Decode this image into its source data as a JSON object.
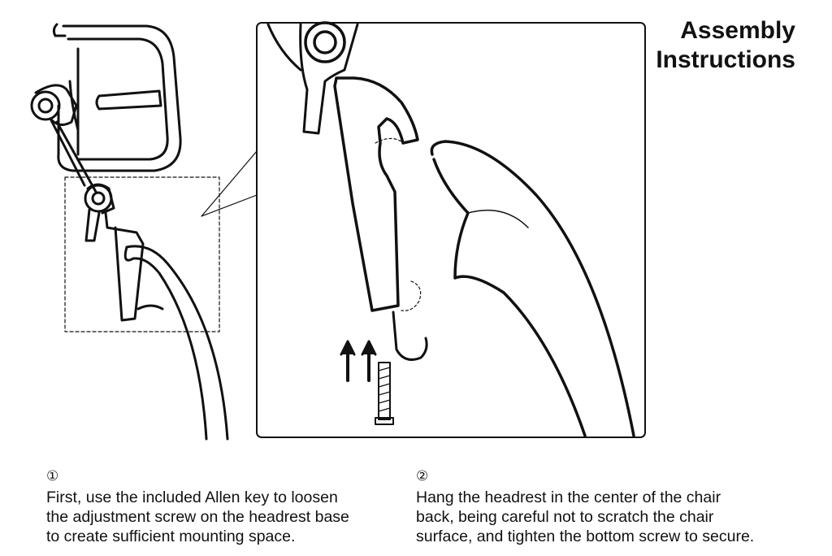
{
  "title": {
    "line1": "Assembly",
    "line2": "Instructions"
  },
  "steps": [
    {
      "number": "①",
      "lines": [
        "First, use the included Allen key to loosen",
        "the adjustment screw on the headrest base",
        "to create sufficient mounting space."
      ]
    },
    {
      "number": "②",
      "lines": [
        "Hang the headrest in the center of the chair",
        "back, being careful not to scratch the chair",
        "surface, and tighten the bottom screw to secure."
      ]
    }
  ]
}
